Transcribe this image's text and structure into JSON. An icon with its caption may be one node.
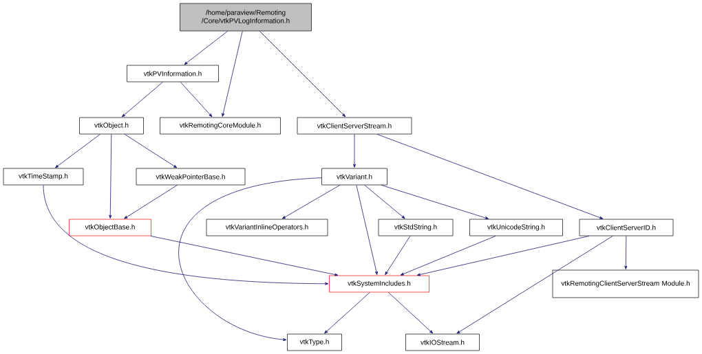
{
  "diagram": {
    "nodes": [
      {
        "text": [
          "/home/paraview/Remoting /Core/vtkPVLogInformation.h"
        ]
      },
      {
        "text": [
          "vtkPVInformation.h"
        ]
      },
      {
        "text": [
          "vtkRemotingCoreModule.h"
        ]
      },
      {
        "text": [
          "vtkClientServerStream.h"
        ]
      },
      {
        "text": [
          "vtkObject.h"
        ]
      },
      {
        "text": [
          "vtkTimeStamp.h"
        ]
      },
      {
        "text": [
          "vtkWeakPointerBase.h"
        ]
      },
      {
        "text": [
          "vtkVariant.h"
        ]
      },
      {
        "text": [
          "vtkObjectBase.h"
        ]
      },
      {
        "text": [
          "vtkVariantInlineOperators.h"
        ]
      },
      {
        "text": [
          "vtkStdString.h"
        ]
      },
      {
        "text": [
          "vtkUnicodeString.h"
        ]
      },
      {
        "text": [
          "vtkClientServerID.h"
        ]
      },
      {
        "text": [
          "vtkSystemIncludes.h"
        ]
      },
      {
        "text": [
          "vtkRemotingClientServerStream Module.h"
        ]
      },
      {
        "text": [
          "vtkType.h"
        ]
      },
      {
        "text": [
          "vtkIOStream.h"
        ]
      }
    ],
    "edges": [
      {
        "from": 0,
        "to": 1,
        "arrow": "to"
      },
      {
        "from": 0,
        "to": 2,
        "arrow": "to"
      },
      {
        "from": 0,
        "to": 3,
        "arrow": "to"
      },
      {
        "from": 1,
        "to": 4,
        "arrow": "to"
      },
      {
        "from": 1,
        "to": 2,
        "arrow": "to"
      },
      {
        "from": 3,
        "to": 7,
        "arrow": "to"
      },
      {
        "from": 3,
        "to": 12,
        "arrow": "to"
      },
      {
        "from": 4,
        "to": 5,
        "arrow": "to"
      },
      {
        "from": 4,
        "to": 8,
        "arrow": "to"
      },
      {
        "from": 4,
        "to": 6,
        "arrow": "to"
      },
      {
        "from": 6,
        "to": 8,
        "arrow": "to"
      },
      {
        "from": 5,
        "to": 13,
        "arrow": "to"
      },
      {
        "from": 8,
        "to": 13,
        "arrow": "to"
      },
      {
        "from": 7,
        "to": 15,
        "arrow": "to"
      },
      {
        "from": 7,
        "to": 9,
        "arrow": "to"
      },
      {
        "from": 7,
        "to": 13,
        "arrow": "to"
      },
      {
        "from": 7,
        "to": 10,
        "arrow": "to"
      },
      {
        "from": 7,
        "to": 11,
        "arrow": "to"
      },
      {
        "from": 10,
        "to": 13,
        "arrow": "to"
      },
      {
        "from": 11,
        "to": 13,
        "arrow": "to"
      },
      {
        "from": 12,
        "to": 13,
        "arrow": "to"
      },
      {
        "from": 12,
        "to": 14,
        "arrow": "to"
      },
      {
        "from": 12,
        "to": 16,
        "arrow": "to"
      },
      {
        "from": 13,
        "to": 15,
        "arrow": "to"
      },
      {
        "from": 13,
        "to": 16,
        "arrow": "to"
      }
    ]
  }
}
